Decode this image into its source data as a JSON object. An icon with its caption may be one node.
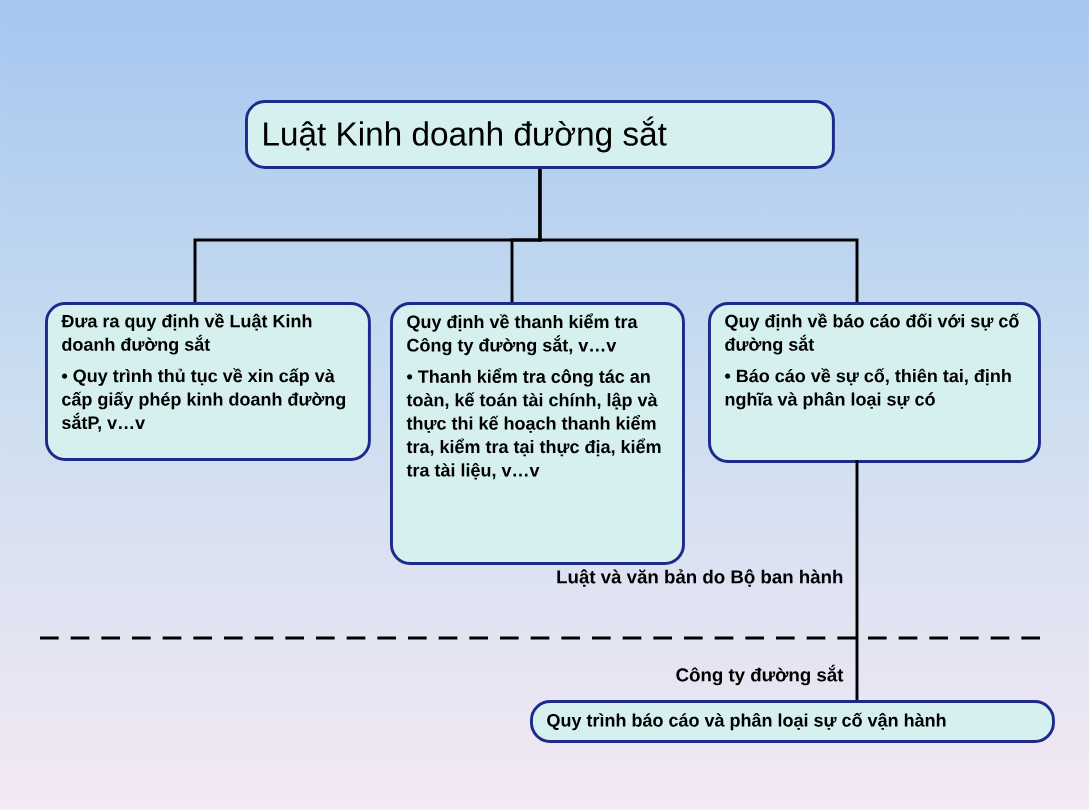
{
  "diagram": {
    "nodes": [
      {
        "text": [
          "Luật Kinh doanh đường sắt"
        ]
      },
      {
        "text": [
          "Đưa ra quy định về Luật Kinh doanh đường sắt",
          "• Quy trình thủ tục về xin cấp và cấp giấy phép kinh doanh đường sắtP, v…v"
        ]
      },
      {
        "text": [
          "Quy định về thanh kiểm tra Công ty đường sắt, v…v",
          "• Thanh kiểm tra công tác an toàn, kế toán tài chính, lập và thực thi kế hoạch thanh kiểm tra, kiểm tra tại thực địa, kiểm tra tài liệu, v…v"
        ]
      },
      {
        "text": [
          "Quy định về báo cáo đối với sự cố đường sắt",
          "• Báo cáo về sự cố, thiên tai, định nghĩa và phân loại sự có"
        ]
      },
      {
        "text": [
          "Quy trình báo cáo và phân loại sự cố vận hành"
        ]
      }
    ],
    "edges": [
      {
        "from": 0,
        "to": 1,
        "arrow": "none"
      },
      {
        "from": 0,
        "to": 2,
        "arrow": "none"
      },
      {
        "from": 0,
        "to": 3,
        "arrow": "none"
      },
      {
        "from": 3,
        "to": 4,
        "arrow": "none"
      }
    ],
    "labels": [
      "Luật và văn bản do Bộ ban hành",
      "Công ty đường sắt"
    ]
  }
}
